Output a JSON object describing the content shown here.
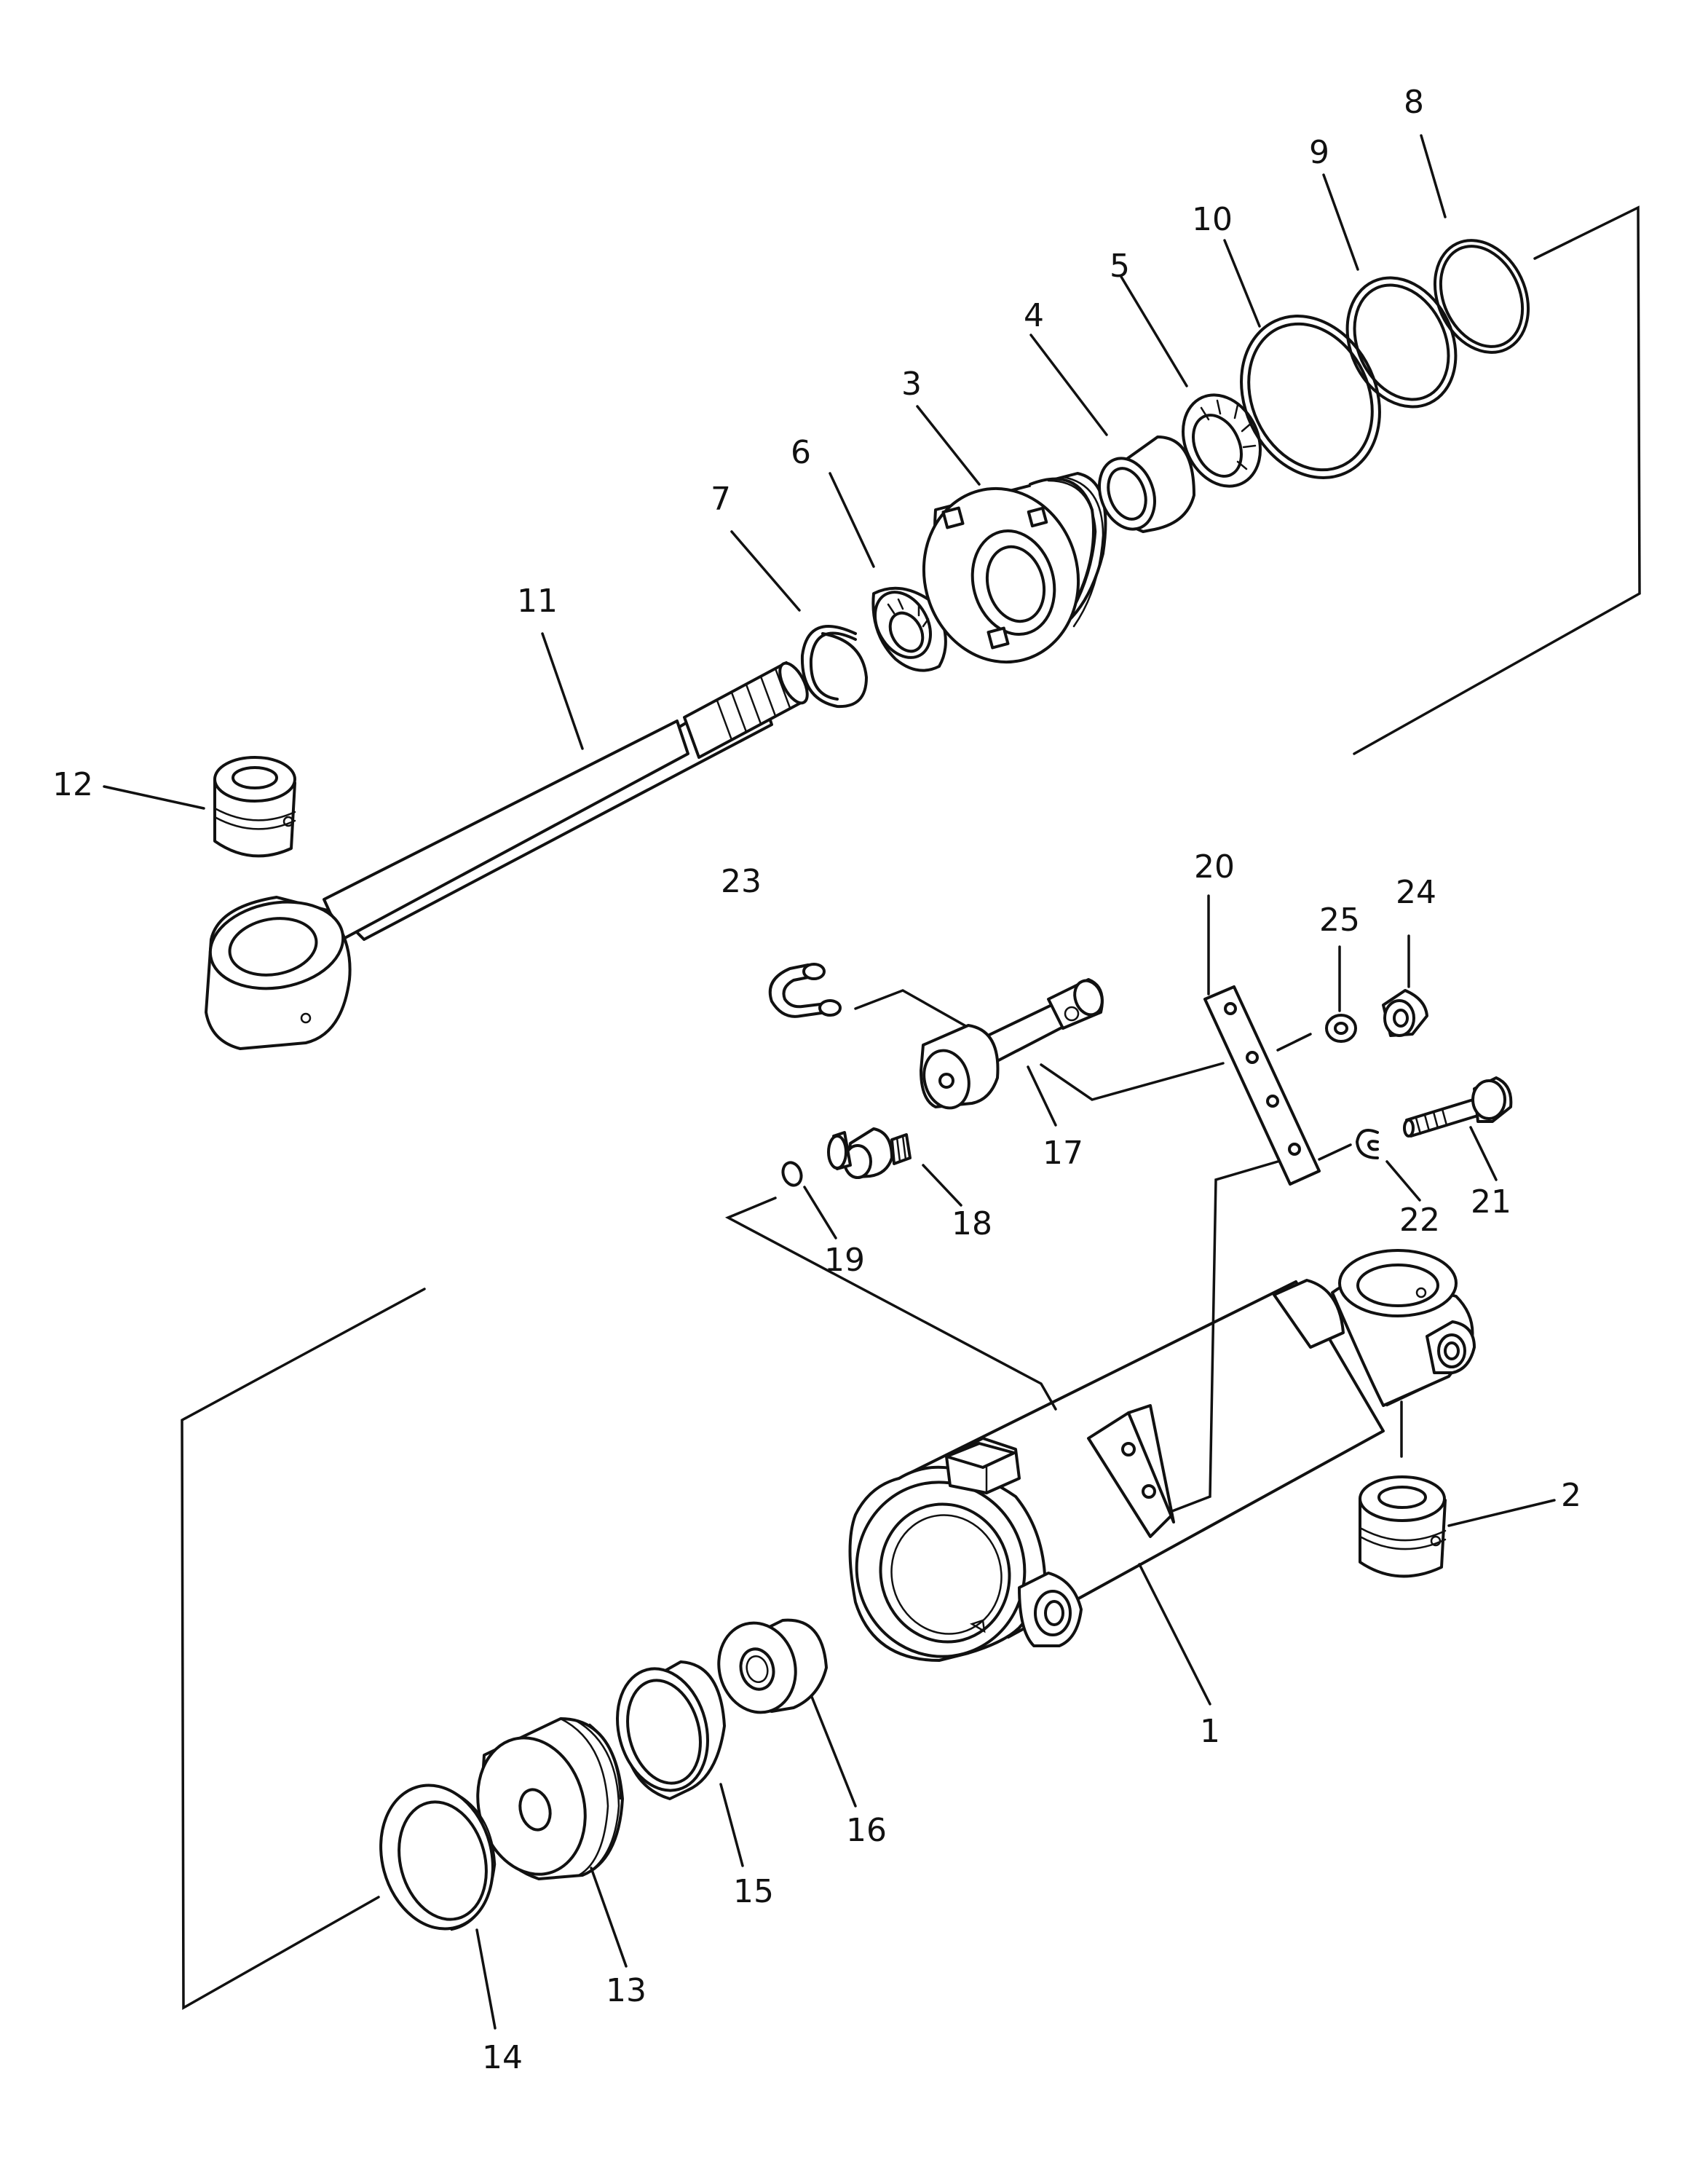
{
  "callouts": {
    "p1": "1",
    "p2": "2",
    "p3": "3",
    "p4": "4",
    "p5": "5",
    "p6": "6",
    "p7": "7",
    "p8": "8",
    "p9": "9",
    "p10": "10",
    "p11": "11",
    "p12": "12",
    "p13": "13",
    "p14": "14",
    "p15": "15",
    "p16": "16",
    "p17": "17",
    "p18": "18",
    "p19": "19",
    "p20": "20",
    "p21": "21",
    "p22": "22",
    "p23": "23",
    "p24": "24",
    "p25": "25"
  }
}
